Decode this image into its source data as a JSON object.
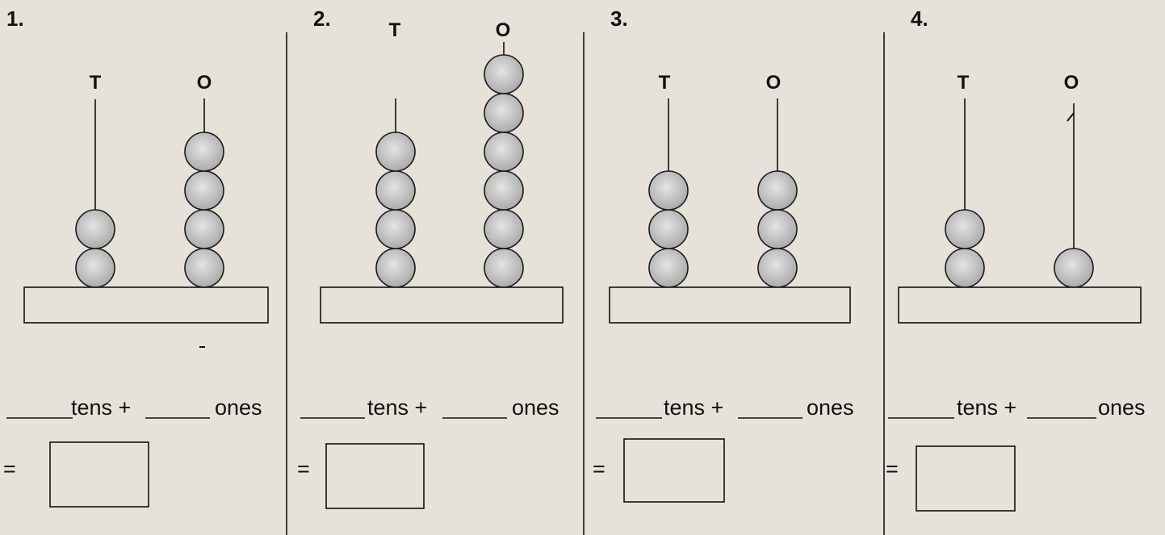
{
  "problems": [
    {
      "number": "1.",
      "tens_label": "T",
      "ones_label": "O",
      "tens_beads": 2,
      "ones_beads": 4,
      "tens_text": "tens +",
      "ones_text": "ones",
      "equals": "="
    },
    {
      "number": "2.",
      "tens_label": "T",
      "ones_label": "O",
      "tens_beads": 4,
      "ones_beads": 6,
      "tens_text": "tens +",
      "ones_text": "ones",
      "equals": "="
    },
    {
      "number": "3.",
      "tens_label": "T",
      "ones_label": "O",
      "tens_beads": 3,
      "ones_beads": 3,
      "tens_text": "tens +",
      "ones_text": "ones",
      "equals": "="
    },
    {
      "number": "4.",
      "tens_label": "T",
      "ones_label": "O",
      "tens_beads": 2,
      "ones_beads": 1,
      "tens_text": "tens +",
      "ones_text": "ones",
      "equals": "="
    }
  ],
  "colors": {
    "paper": "#e6e2da",
    "ink": "#111111",
    "bead_fill": "#a9a9a9",
    "bead_highlight": "#e4e4e4",
    "bead_stroke": "#1a1a1a"
  }
}
